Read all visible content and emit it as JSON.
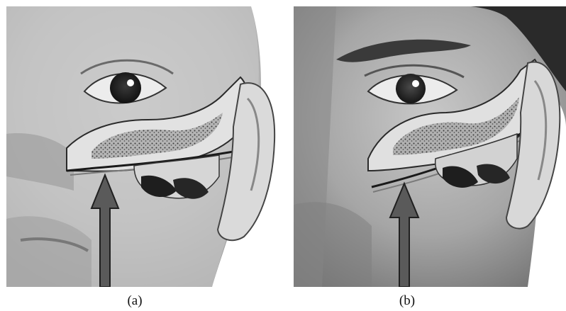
{
  "figure": {
    "panels": [
      {
        "id": "a",
        "caption": "(a)",
        "depicts": "infant"
      },
      {
        "id": "b",
        "caption": "(b)",
        "depicts": "adult"
      }
    ]
  },
  "colors": {
    "background": "#ffffff",
    "skin_light": "#d2d2d2",
    "skin_mid": "#a9a9a9",
    "skin_dark": "#6e6e6e",
    "arrow_fill": "#5a5a5a",
    "arrow_stroke": "#202020",
    "bone_speckle": "#3a3a3a",
    "caption_text": "#111111"
  },
  "icons": {
    "arrow": "up-arrow-icon",
    "eye": "eye-icon",
    "ear": "ear-icon"
  }
}
